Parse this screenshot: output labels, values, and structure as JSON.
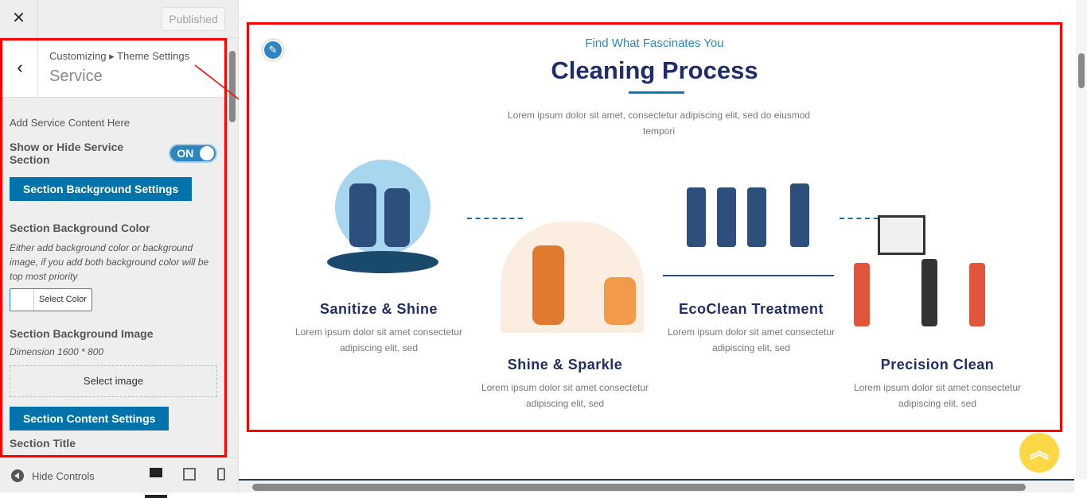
{
  "topbar": {
    "close_icon": "close-icon",
    "published_label": "Published"
  },
  "panel": {
    "breadcrumb": "Customizing ▸ Theme Settings",
    "title": "Service",
    "intro": "Add Service Content Here",
    "toggle_label": "Show or Hide Service Section",
    "toggle_state": "ON",
    "bg_settings_button": "Section Background Settings",
    "bg_color_label": "Section Background Color",
    "bg_color_desc": "Either add background color or background image, if you add both background color will be top most priority",
    "select_color": "Select Color",
    "bg_image_label": "Section Background Image",
    "bg_image_dimension": "Dimension 1600 * 800",
    "select_image": "Select image",
    "content_settings_button": "Section Content Settings",
    "section_title_label": "Section Title"
  },
  "footer": {
    "hide_controls": "Hide Controls"
  },
  "preview": {
    "subtitle": "Find What Fascinates You",
    "title": "Cleaning Process",
    "lead": "Lorem ipsum dolor sit amet, consectetur adipiscing elit, sed do eiusmod tempori",
    "cards": [
      {
        "title": "Sanitize & Shine",
        "text": "Lorem ipsum dolor sit amet consectetur adipiscing elit, sed"
      },
      {
        "title": "Shine & Sparkle",
        "text": "Lorem ipsum dolor sit amet consectetur adipiscing elit, sed"
      },
      {
        "title": "EcoClean Treatment",
        "text": "Lorem ipsum dolor sit amet consectetur adipiscing elit, sed"
      },
      {
        "title": "Precision Clean",
        "text": "Lorem ipsum dolor sit amet consectetur adipiscing elit, sed"
      }
    ]
  },
  "colors": {
    "accent": "#0073aa",
    "title": "#1f2e6b",
    "highlight": "#ff0000",
    "scroll_top": "#fcd846"
  }
}
